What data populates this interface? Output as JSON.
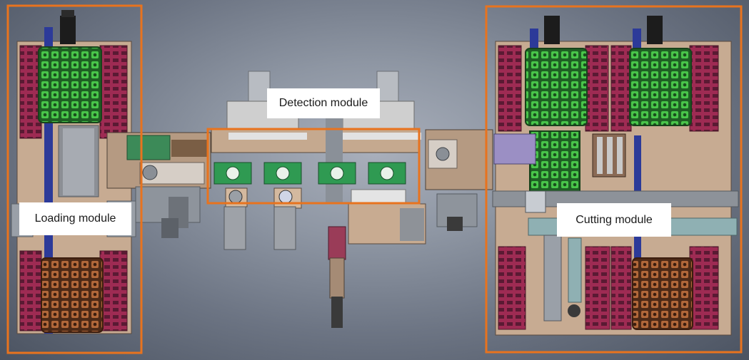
{
  "labels": {
    "detection": "Detection module",
    "loading": "Loading module",
    "cutting": "Cutting module"
  },
  "colors": {
    "highlight_box": "#e8731e",
    "tray_green": "#3fb93f",
    "plate_tan": "#c8a98c",
    "plate_magenta": "#b0305a",
    "rail_blue": "#2f3f9e",
    "tray_orange": "#c46a2c"
  }
}
